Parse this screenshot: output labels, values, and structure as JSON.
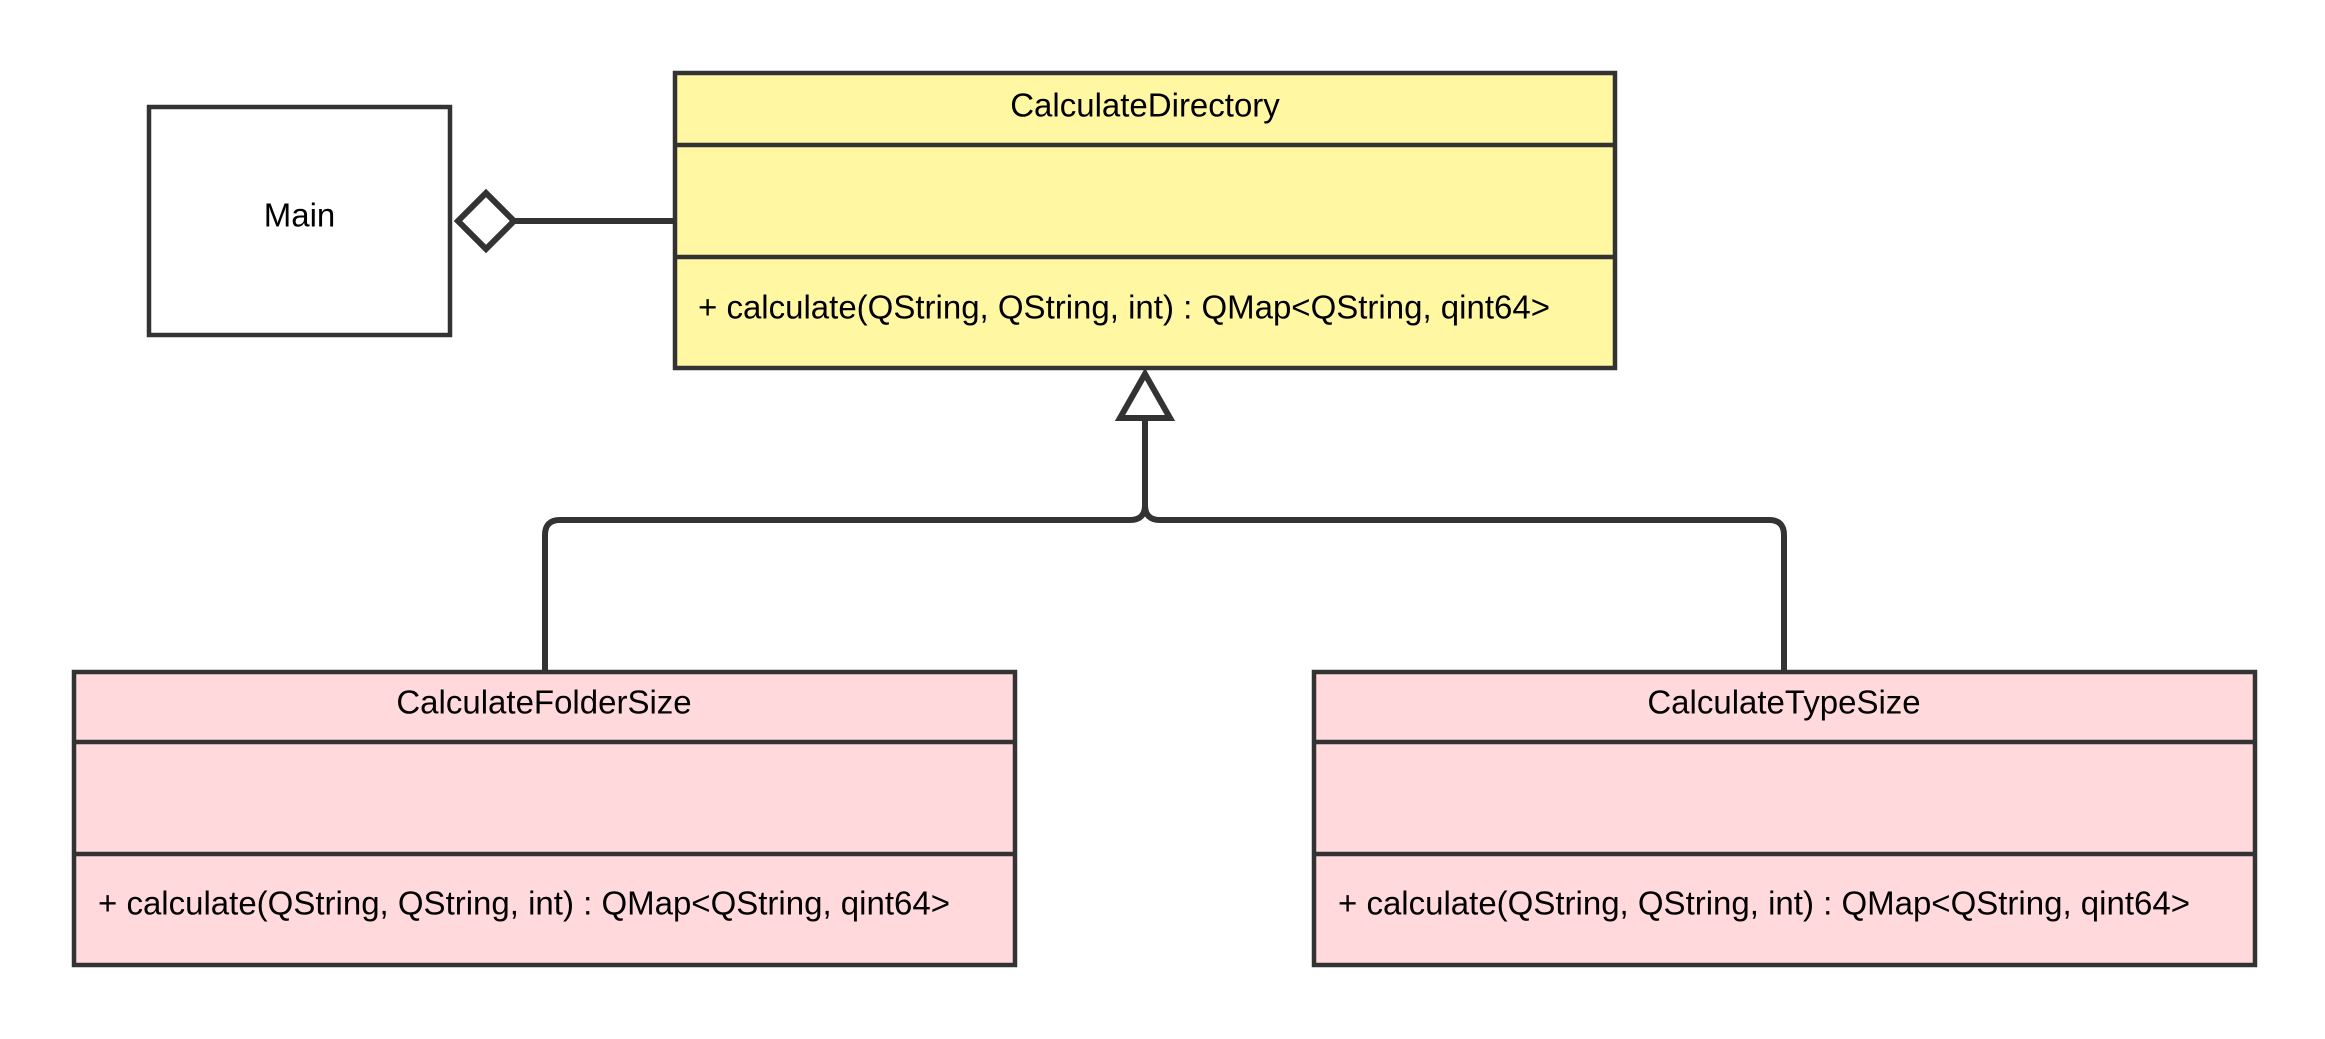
{
  "colors": {
    "stroke": "#333333",
    "parent_fill": "#fff7a1",
    "child_fill": "#ffd9dc",
    "plain_fill": "#ffffff",
    "text": "#000000"
  },
  "main_box": {
    "label": "Main"
  },
  "parent_class": {
    "name": "CalculateDirectory",
    "attributes": "",
    "method": "+ calculate(QString, QString, int) : QMap<QString, qint64>"
  },
  "child_left": {
    "name": "CalculateFolderSize",
    "attributes": "",
    "method": "+ calculate(QString, QString, int) : QMap<QString, qint64>"
  },
  "child_right": {
    "name": "CalculateTypeSize",
    "attributes": "",
    "method": "+ calculate(QString, QString, int) : QMap<QString, qint64>"
  },
  "relations": {
    "aggregation": {
      "type": "aggregation",
      "from": "CalculateDirectory",
      "to": "Main",
      "marker": "hollow-diamond"
    },
    "inheritance": {
      "type": "generalization",
      "from": [
        "CalculateFolderSize",
        "CalculateTypeSize"
      ],
      "to": "CalculateDirectory",
      "marker": "hollow-triangle"
    }
  }
}
